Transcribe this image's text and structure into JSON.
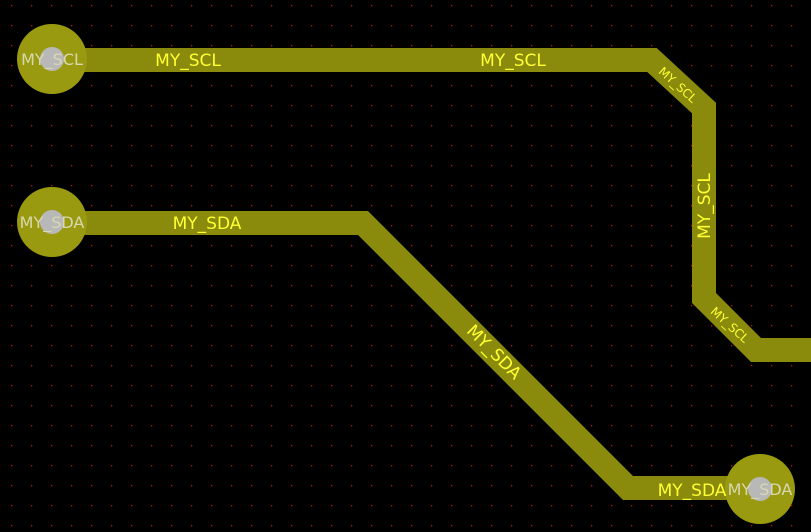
{
  "colors": {
    "background": "#000000",
    "grid_dot": "#d01010",
    "trace": "#8a8a0c",
    "trace_label": "#ffff33",
    "pad_ring": "#9a9a10",
    "pad_center": "#b8b8b8",
    "pad_label": "#d8d8b0"
  },
  "pads": [
    {
      "id": "pad-scl-left",
      "net": "MY_SCL",
      "label": "MY_SCL"
    },
    {
      "id": "pad-sda-left",
      "net": "MY_SDA",
      "label": "MY_SDA"
    },
    {
      "id": "pad-sda-right",
      "net": "MY_SDA",
      "label": "MY_SDA"
    }
  ],
  "trace_labels": {
    "scl_1": "MY_SCL",
    "scl_2": "MY_SCL",
    "scl_diag_1": "MY_SCL",
    "scl_vertical": "MY_SCL",
    "scl_diag_2": "MY_SCL",
    "sda_1": "MY_SDA",
    "sda_diag": "MY_SDA",
    "sda_2": "MY_SDA"
  }
}
